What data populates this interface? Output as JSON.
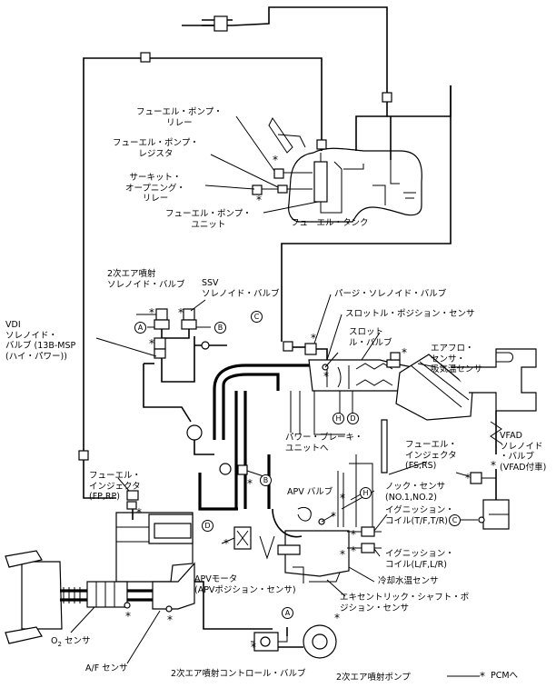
{
  "labels": {
    "fuel_pump_relay": [
      "フューエル・ポンプ・",
      "リレー"
    ],
    "fuel_pump_resistor": [
      "フューエル・ポンプ・",
      "レジスタ"
    ],
    "circuit_opening_relay": [
      "サーキット・",
      "オープニング・",
      "リレー"
    ],
    "fuel_pump_unit": [
      "フューエル・ポンプ・",
      "ユニット"
    ],
    "fuel_tank": "フューエル・タンク",
    "secondary_air_solenoid": [
      "2次エア噴射",
      "ソレノイド・バルブ"
    ],
    "ssv_solenoid": [
      "SSV",
      "ソレノイド・バルブ"
    ],
    "purge_solenoid": "パージ・ソレノイド・バルブ",
    "throttle_position_sensor": "スロットル・ポジション・センサ",
    "throttle_valve": [
      "スロット",
      "ル・バルブ"
    ],
    "airflow_sensor": [
      "エアフロ・",
      "センサ・",
      "吸気温センサ"
    ],
    "vdi_solenoid": [
      "VDI",
      "ソレノイド・",
      "バルブ (13B-MSP",
      "(ハイ・パワー))"
    ],
    "power_brake_unit": [
      "パワー・ブレーキ・",
      "ユニットへ"
    ],
    "fuel_injector_fs_rs": [
      "フューエル・",
      "インジェクタ",
      "(FS,RS)"
    ],
    "vfad_solenoid": [
      "VFAD",
      "ソレノイド",
      "・バルブ",
      "(VFAD付車)"
    ],
    "fuel_injector_fp_rp": [
      "フューエル・",
      "インジェクタ",
      "(FP,RP)"
    ],
    "apv_valve": "APV バルブ",
    "knock_sensor": [
      "ノック・センサ",
      "(NO.1,NO.2)"
    ],
    "ignition_coil_t": [
      "イグニッション・",
      "コイル(T/F,T/R)"
    ],
    "ignition_coil_l": [
      "イグニッション・",
      "コイル(L/F,L/R)"
    ],
    "coolant_temp_sensor": "冷却水温センサ",
    "apv_motor": [
      "APVモータ",
      "(APVポジション・センサ)"
    ],
    "eccentric_shaft_sensor": [
      "エキセントリック・シャフト・ポ",
      "ジション・センサ"
    ],
    "o2_sensor_prefix": "O",
    "o2_sensor_sub": "2",
    "o2_sensor_suffix": " センサ",
    "af_sensor": "A/F センサ",
    "secondary_air_control_valve": "2次エア噴射コントロール・バルブ",
    "secondary_air_pump": "2次エア噴射ポンプ",
    "pcm_legend": "PCMへ"
  },
  "markers": {
    "A": "A",
    "B": "B",
    "C": "C",
    "D": "D",
    "H": "H"
  },
  "legend_symbol": "*"
}
